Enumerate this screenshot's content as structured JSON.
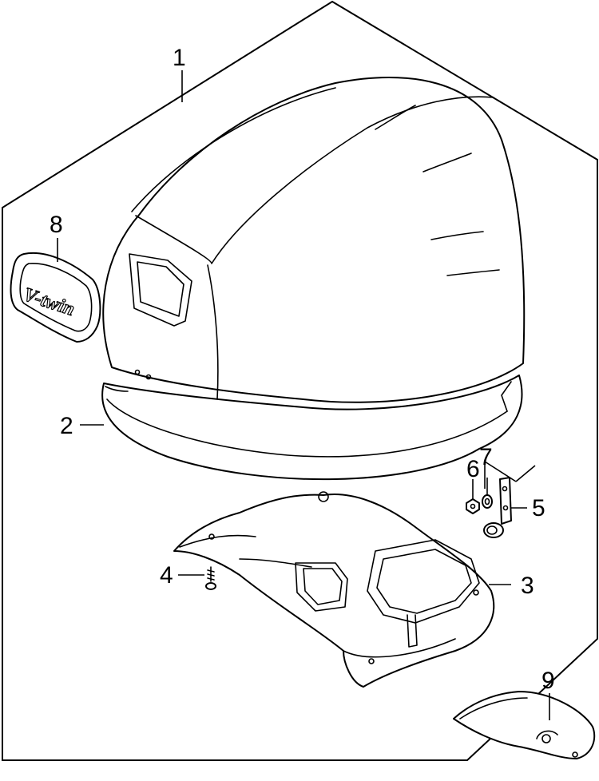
{
  "diagram": {
    "callouts": [
      {
        "id": "1",
        "label": "1",
        "part": "engine top cowling"
      },
      {
        "id": "2",
        "label": "2",
        "part": "cowling seal"
      },
      {
        "id": "3",
        "label": "3",
        "part": "lower cover"
      },
      {
        "id": "4",
        "label": "4",
        "part": "screw"
      },
      {
        "id": "5",
        "label": "5",
        "part": "hook bracket"
      },
      {
        "id": "6",
        "label": "6",
        "part": "nut"
      },
      {
        "id": "7",
        "label": "7",
        "part": "washer"
      },
      {
        "id": "8",
        "label": "8",
        "part": "v-twin emblem"
      },
      {
        "id": "9",
        "label": "9",
        "part": "plug"
      }
    ],
    "emblem_text": "V-twin"
  }
}
